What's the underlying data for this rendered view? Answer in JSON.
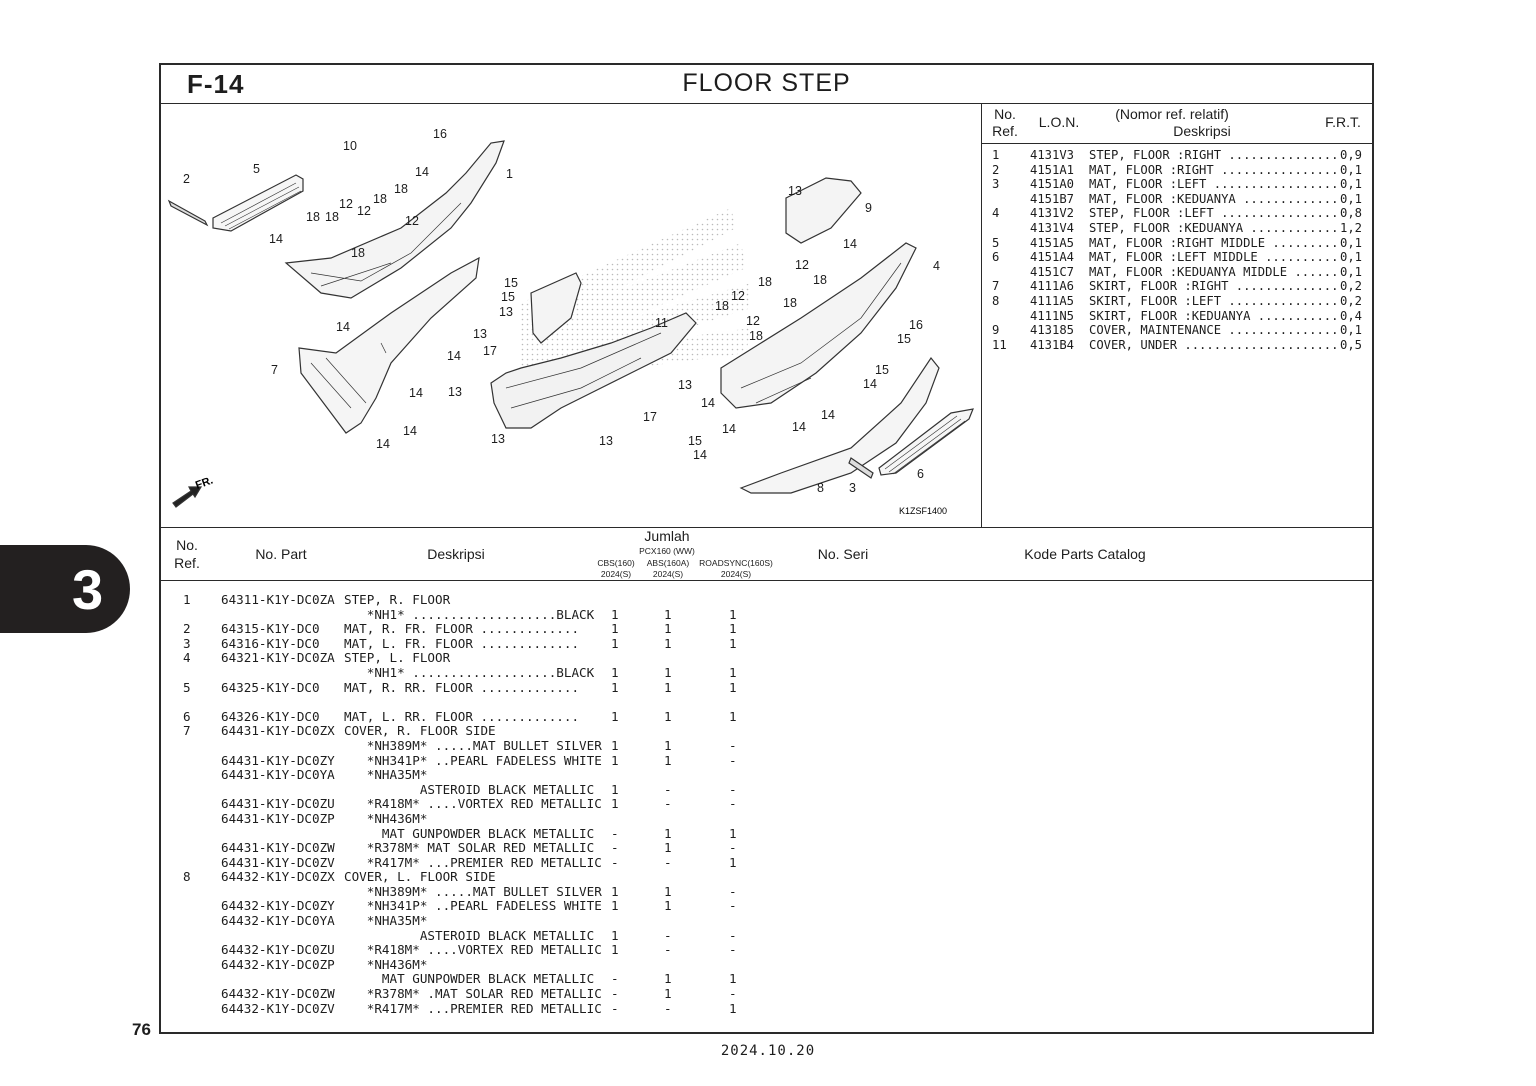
{
  "header": {
    "code": "F-14",
    "title": "FLOOR STEP"
  },
  "section_tab": "3",
  "page_number": "76",
  "date": "2024.10.20",
  "diagram": {
    "ref_code": "K1ZSF1400",
    "front_marker": "FR.",
    "callouts": [
      "16",
      "10",
      "14",
      "1",
      "2",
      "5",
      "18",
      "12",
      "18",
      "18",
      "18",
      "12",
      "12",
      "14",
      "18",
      "13",
      "9",
      "14",
      "4",
      "15",
      "15",
      "13",
      "12",
      "18",
      "18",
      "18",
      "12",
      "18",
      "14",
      "11",
      "13",
      "17",
      "16",
      "15",
      "7",
      "14",
      "14",
      "13",
      "13",
      "14",
      "14",
      "14",
      "13",
      "17",
      "13",
      "14",
      "14",
      "15",
      "14",
      "14",
      "8",
      "3",
      "6"
    ]
  },
  "frt_table": {
    "headers": {
      "no_ref_line1": "No.",
      "no_ref_line2": "Ref.",
      "lon": "L.O.N.",
      "desc_line1": "(Nomor ref. relatif)",
      "desc_line2": "Deskripsi",
      "frt": "F.R.T."
    },
    "rows": [
      {
        "ref": "1",
        "lon": "4131V3",
        "desc": "STEP, FLOOR :RIGHT ...............",
        "frt": "0,9"
      },
      {
        "ref": "2",
        "lon": "4151A1",
        "desc": "MAT, FLOOR :RIGHT ................",
        "frt": "0,1"
      },
      {
        "ref": "3",
        "lon": "4151A0",
        "desc": "MAT, FLOOR :LEFT .................",
        "frt": "0,1"
      },
      {
        "ref": "",
        "lon": "4151B7",
        "desc": "MAT, FLOOR :KEDUANYA .............",
        "frt": "0,1"
      },
      {
        "ref": "4",
        "lon": "4131V2",
        "desc": "STEP, FLOOR :LEFT ................",
        "frt": "0,8"
      },
      {
        "ref": "",
        "lon": "4131V4",
        "desc": "STEP, FLOOR :KEDUANYA ............",
        "frt": "1,2"
      },
      {
        "ref": "5",
        "lon": "4151A5",
        "desc": "MAT, FLOOR :RIGHT MIDDLE .........",
        "frt": "0,1"
      },
      {
        "ref": "6",
        "lon": "4151A4",
        "desc": "MAT, FLOOR :LEFT MIDDLE ..........",
        "frt": "0,1"
      },
      {
        "ref": "",
        "lon": "4151C7",
        "desc": "MAT, FLOOR :KEDUANYA MIDDLE ......",
        "frt": "0,1"
      },
      {
        "ref": "7",
        "lon": "4111A6",
        "desc": "SKIRT, FLOOR :RIGHT ..............",
        "frt": "0,2"
      },
      {
        "ref": "8",
        "lon": "4111A5",
        "desc": "SKIRT, FLOOR :LEFT ...............",
        "frt": "0,2"
      },
      {
        "ref": "",
        "lon": "4111N5",
        "desc": "SKIRT, FLOOR :KEDUANYA ...........",
        "frt": "0,4"
      },
      {
        "ref": "9",
        "lon": "413185",
        "desc": "COVER, MAINTENANCE ...............",
        "frt": "0,1"
      },
      {
        "ref": "11",
        "lon": "4131B4",
        "desc": "COVER, UNDER .....................",
        "frt": "0,5"
      }
    ]
  },
  "parts_table": {
    "headers": {
      "no_ref_line1": "No.",
      "no_ref_line2": "Ref.",
      "no_part": "No. Part",
      "deskripsi": "Deskripsi",
      "jumlah": "Jumlah",
      "model": "PCX160 (WW)",
      "col1_line1": "CBS(160)",
      "col1_line2": "2024(S)",
      "col2_line1": "ABS(160A)",
      "col2_line2": "2024(S)",
      "col3_line1": "ROADSYNC(160S)",
      "col3_line2": "2024(S)",
      "no_seri": "No. Seri",
      "kode": "Kode Parts Catalog"
    },
    "rows": [
      {
        "ref": "1",
        "part": "64311-K1Y-DC0ZA",
        "desc": "STEP, R. FLOOR",
        "q1": "",
        "q2": "",
        "q3": ""
      },
      {
        "ref": "",
        "part": "",
        "desc": "   *NH1* ...................BLACK",
        "q1": "1",
        "q2": "1",
        "q3": "1"
      },
      {
        "ref": "2",
        "part": "64315-K1Y-DC0",
        "desc": "MAT, R. FR. FLOOR .............",
        "q1": "1",
        "q2": "1",
        "q3": "1"
      },
      {
        "ref": "3",
        "part": "64316-K1Y-DC0",
        "desc": "MAT, L. FR. FLOOR .............",
        "q1": "1",
        "q2": "1",
        "q3": "1"
      },
      {
        "ref": "4",
        "part": "64321-K1Y-DC0ZA",
        "desc": "STEP, L. FLOOR",
        "q1": "",
        "q2": "",
        "q3": ""
      },
      {
        "ref": "",
        "part": "",
        "desc": "   *NH1* ...................BLACK",
        "q1": "1",
        "q2": "1",
        "q3": "1"
      },
      {
        "ref": "5",
        "part": "64325-K1Y-DC0",
        "desc": "MAT, R. RR. FLOOR .............",
        "q1": "1",
        "q2": "1",
        "q3": "1"
      },
      {
        "gap": true
      },
      {
        "ref": "6",
        "part": "64326-K1Y-DC0",
        "desc": "MAT, L. RR. FLOOR .............",
        "q1": "1",
        "q2": "1",
        "q3": "1"
      },
      {
        "ref": "7",
        "part": "64431-K1Y-DC0ZX",
        "desc": "COVER, R. FLOOR SIDE",
        "q1": "",
        "q2": "",
        "q3": ""
      },
      {
        "ref": "",
        "part": "",
        "desc": "   *NH389M* .....MAT BULLET SILVER",
        "q1": "1",
        "q2": "1",
        "q3": "-"
      },
      {
        "ref": "",
        "part": "64431-K1Y-DC0ZY",
        "desc": "   *NH341P* ..PEARL FADELESS WHITE",
        "q1": "1",
        "q2": "1",
        "q3": "-"
      },
      {
        "ref": "",
        "part": "64431-K1Y-DC0YA",
        "desc": "   *NHA35M*",
        "q1": "",
        "q2": "",
        "q3": ""
      },
      {
        "ref": "",
        "part": "",
        "desc": "          ASTEROID BLACK METALLIC",
        "q1": "1",
        "q2": "-",
        "q3": "-"
      },
      {
        "ref": "",
        "part": "64431-K1Y-DC0ZU",
        "desc": "   *R418M* ....VORTEX RED METALLIC",
        "q1": "1",
        "q2": "-",
        "q3": "-"
      },
      {
        "ref": "",
        "part": "64431-K1Y-DC0ZP",
        "desc": "   *NH436M*",
        "q1": "",
        "q2": "",
        "q3": ""
      },
      {
        "ref": "",
        "part": "",
        "desc": "     MAT GUNPOWDER BLACK METALLIC",
        "q1": "-",
        "q2": "1",
        "q3": "1"
      },
      {
        "ref": "",
        "part": "64431-K1Y-DC0ZW",
        "desc": "   *R378M* MAT SOLAR RED METALLIC",
        "q1": "-",
        "q2": "1",
        "q3": "-"
      },
      {
        "ref": "",
        "part": "64431-K1Y-DC0ZV",
        "desc": "   *R417M* ...PREMIER RED METALLIC",
        "q1": "-",
        "q2": "-",
        "q3": "1"
      },
      {
        "ref": "8",
        "part": "64432-K1Y-DC0ZX",
        "desc": "COVER, L. FLOOR SIDE",
        "q1": "",
        "q2": "",
        "q3": ""
      },
      {
        "ref": "",
        "part": "",
        "desc": "   *NH389M* .....MAT BULLET SILVER",
        "q1": "1",
        "q2": "1",
        "q3": "-"
      },
      {
        "ref": "",
        "part": "64432-K1Y-DC0ZY",
        "desc": "   *NH341P* ..PEARL FADELESS WHITE",
        "q1": "1",
        "q2": "1",
        "q3": "-"
      },
      {
        "ref": "",
        "part": "64432-K1Y-DC0YA",
        "desc": "   *NHA35M*",
        "q1": "",
        "q2": "",
        "q3": ""
      },
      {
        "ref": "",
        "part": "",
        "desc": "          ASTEROID BLACK METALLIC",
        "q1": "1",
        "q2": "-",
        "q3": "-"
      },
      {
        "ref": "",
        "part": "64432-K1Y-DC0ZU",
        "desc": "   *R418M* ....VORTEX RED METALLIC",
        "q1": "1",
        "q2": "-",
        "q3": "-"
      },
      {
        "ref": "",
        "part": "64432-K1Y-DC0ZP",
        "desc": "   *NH436M*",
        "q1": "",
        "q2": "",
        "q3": ""
      },
      {
        "ref": "",
        "part": "",
        "desc": "     MAT GUNPOWDER BLACK METALLIC",
        "q1": "-",
        "q2": "1",
        "q3": "1"
      },
      {
        "ref": "",
        "part": "64432-K1Y-DC0ZW",
        "desc": "   *R378M* .MAT SOLAR RED METALLIC",
        "q1": "-",
        "q2": "1",
        "q3": "-"
      },
      {
        "ref": "",
        "part": "64432-K1Y-DC0ZV",
        "desc": "   *R417M* ...PREMIER RED METALLIC",
        "q1": "-",
        "q2": "-",
        "q3": "1"
      }
    ]
  }
}
